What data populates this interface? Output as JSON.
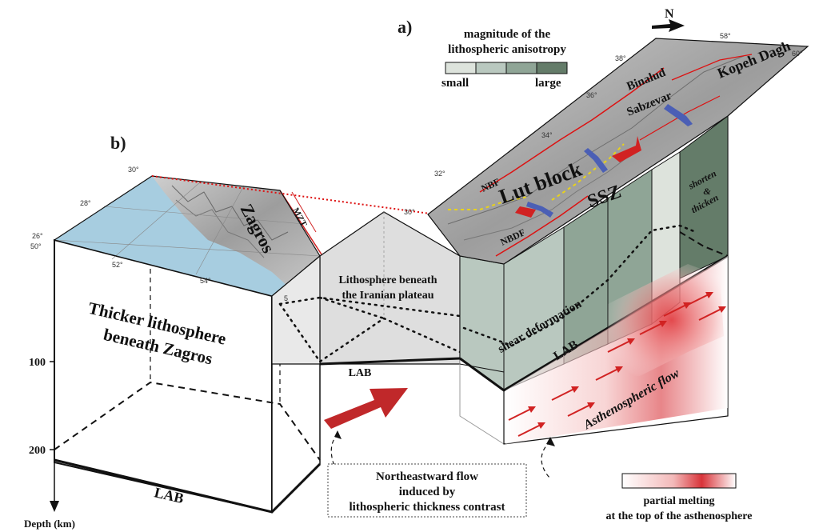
{
  "panels": {
    "a": "a)",
    "b": "b)"
  },
  "north": "N",
  "anisotropy_legend": {
    "title_line1": "magnitude of the",
    "title_line2": "lithospheric anisotropy",
    "min": "small",
    "max": "large",
    "colors": [
      "#dde3dc",
      "#b9c8bf",
      "#8fa596",
      "#647c69"
    ]
  },
  "regions": {
    "kopeh_dagh": "Kopeh Dagh",
    "binalud": "Binalud",
    "sabzevar": "Sabzevar",
    "lut_block": "Lut block",
    "ssz": "SSZ",
    "nbf": "NBF",
    "nbdf": "NBDF",
    "zagros": "Zagros",
    "mzt": "MZT"
  },
  "blocks": {
    "zagros_line1": "Thicker lithosphere",
    "zagros_line2": "beneath Zagros",
    "plateau_line1": "Lithosphere beneath",
    "plateau_line2": "the Iranian plateau",
    "shear": "shear deformation",
    "shorten_line1": "shorten",
    "shorten_amp": "&",
    "shorten_line2": "thicken",
    "lab": "LAB",
    "asthenospheric_flow": "Asthenospheric flow"
  },
  "depth_axis": {
    "label": "Depth (km)",
    "ticks": [
      "100",
      "200"
    ]
  },
  "map_ticks": {
    "lat_left": [
      "30°",
      "28°",
      "26°"
    ],
    "lon_left": [
      "50°",
      "52°",
      "54°",
      "5"
    ],
    "lat_right": [
      "38°",
      "36°",
      "34°",
      "32°",
      "30°"
    ],
    "lon_right": [
      "58°",
      "60°"
    ]
  },
  "flow_box": {
    "line1": "Northeastward flow",
    "line2": "induced by",
    "line3": "lithospheric thickness contrast"
  },
  "melting_legend": {
    "line1": "partial melting",
    "line2": "at the top of the asthenosphere"
  }
}
